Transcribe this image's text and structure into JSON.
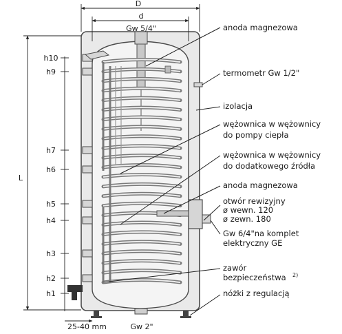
{
  "dimensions": {
    "outer_diameter": "D",
    "inner_diameter": "d",
    "height": "L",
    "foot_offset": "25-40 mm",
    "bottom_outlet": "Gw 2\"",
    "top_outlet": "Gw 5/4\""
  },
  "heights": [
    "h10",
    "h9",
    "h7",
    "h6",
    "h5",
    "h4",
    "h3",
    "h2",
    "h1"
  ],
  "callouts": {
    "anode_top": "anoda magnezowa",
    "thermometer": "termometr Gw 1/2\"",
    "insulation": "izolacja",
    "coil_heat_pump_1": "wężownica w wężownicy",
    "coil_heat_pump_2": "do pompy ciepła",
    "coil_extra_1": "wężownica w wężownicy",
    "coil_extra_2": "do dodatkowego źródła",
    "anode_side": "anoda magnezowa",
    "inspection_1": "otwór rewizyjny",
    "inspection_2": "ø wewn. 120",
    "inspection_3": "ø zewn. 180",
    "heater_1": "Gw 6/4\"na komplet",
    "heater_2": "elektryczny GE",
    "valve_1": "zawór",
    "valve_2": "bezpieczeństwa",
    "valve_note": "2)",
    "feet": "nóżki z regulacją"
  },
  "colors": {
    "insulation": "#e9e9e9",
    "tank_line": "#4a4a4a",
    "coil": "#7a7a7a",
    "coil_highlight": "#ededed",
    "anode": "#c8c8c8"
  }
}
